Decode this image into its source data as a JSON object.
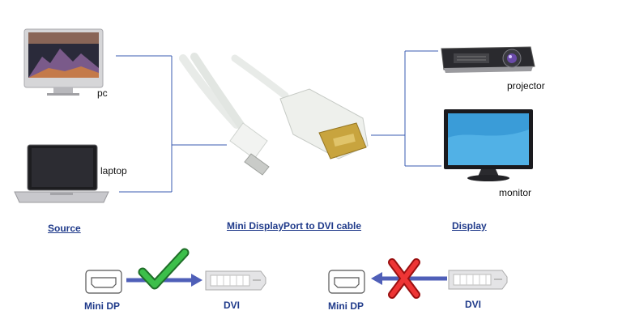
{
  "devices": {
    "source": [
      {
        "label": "pc",
        "icon": "imac-icon"
      },
      {
        "label": "laptop",
        "icon": "laptop-icon"
      }
    ],
    "display": [
      {
        "label": "projector",
        "icon": "projector-icon"
      },
      {
        "label": "monitor",
        "icon": "monitor-icon"
      }
    ]
  },
  "headers": {
    "source": "Source",
    "cable": "Mini DisplayPort to DVI cable",
    "display": "Display"
  },
  "compat": {
    "left": {
      "from": "Mini DP",
      "to": "DVI",
      "result": "check-mark-icon"
    },
    "right": {
      "from": "DVI",
      "to": "Mini DP",
      "result": "cross-mark-icon"
    }
  },
  "colors": {
    "line": "#3a5bb0",
    "arrow": "#4f5fb8",
    "header_text": "#1f3a8a",
    "check": "#2e9e3a",
    "cross": "#e03030"
  }
}
